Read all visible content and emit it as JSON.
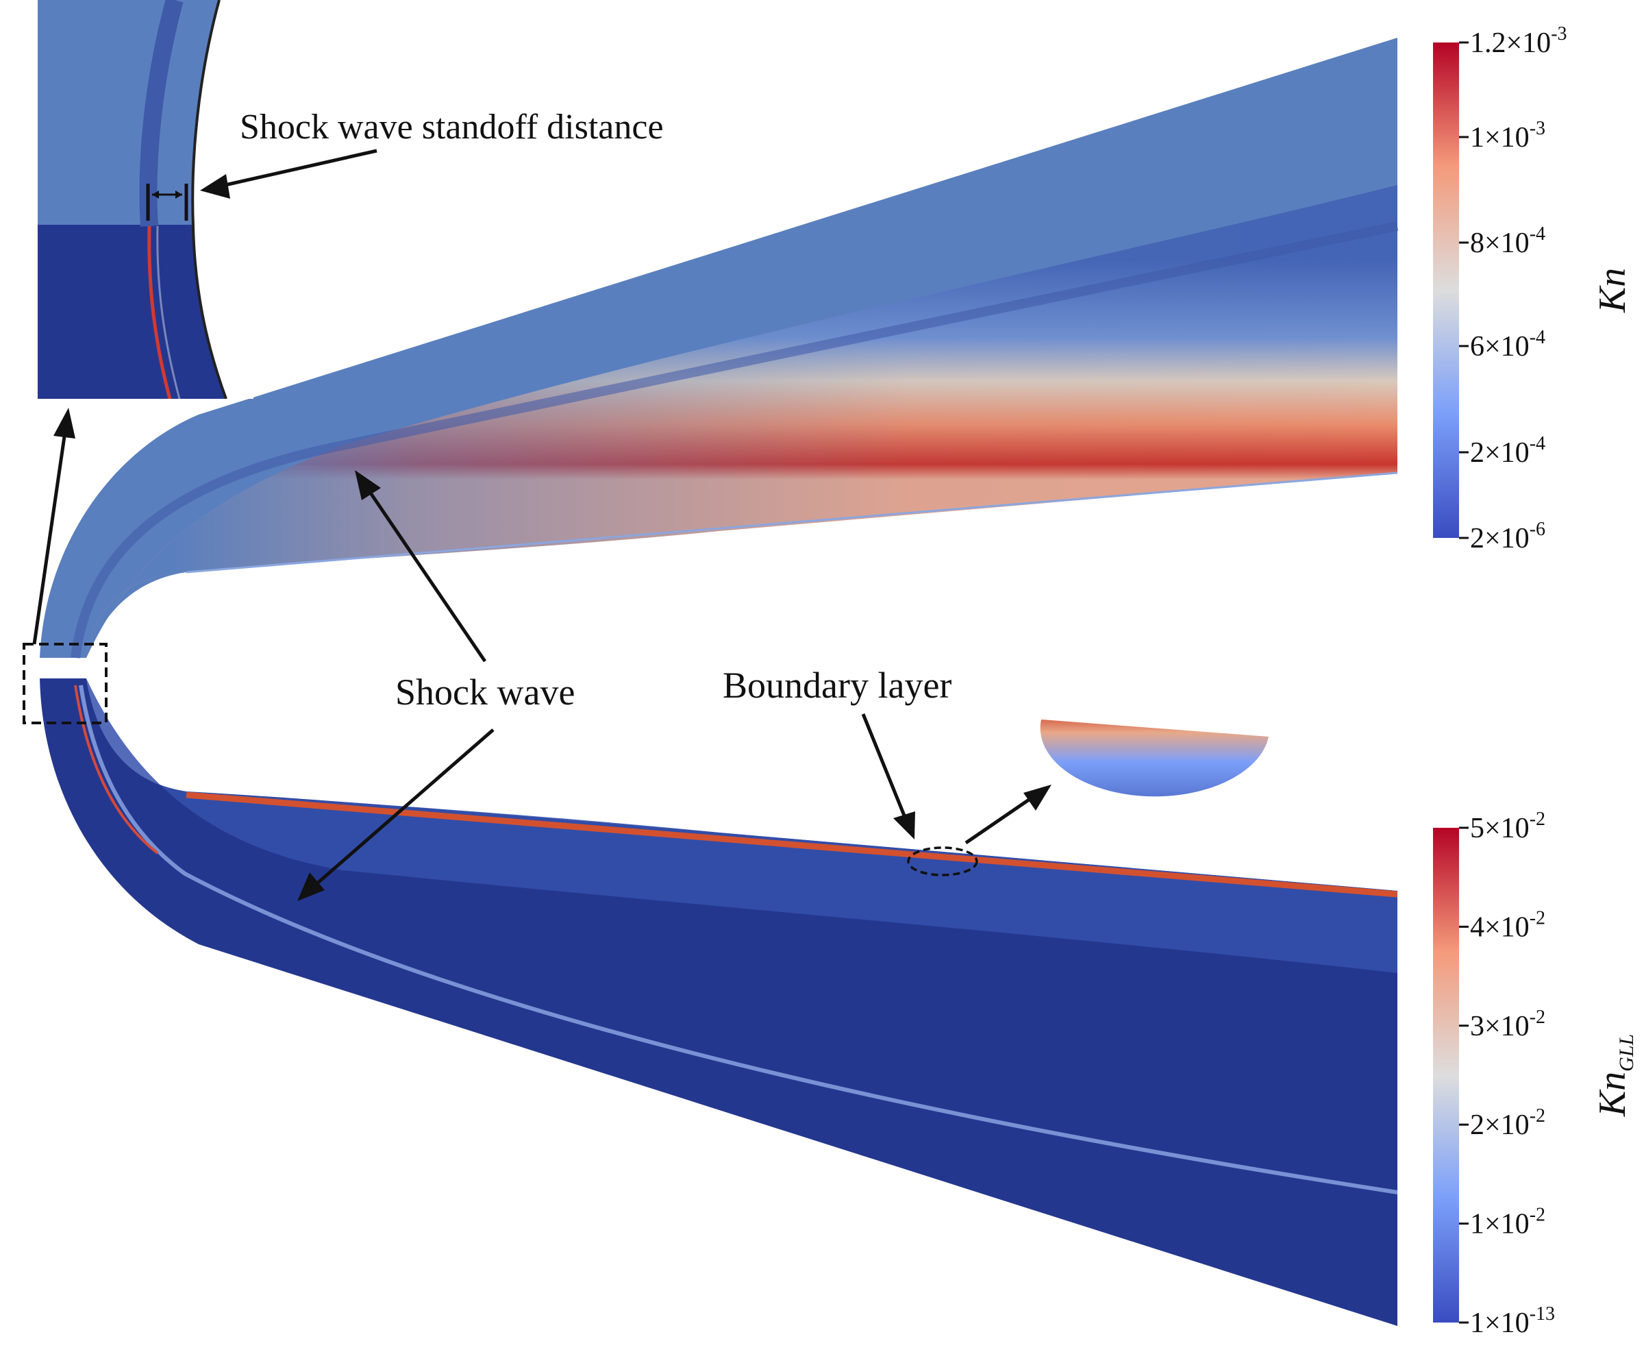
{
  "annotations": {
    "standoff": "Shock wave standoff distance",
    "shock": "Shock wave",
    "boundary": "Boundary layer"
  },
  "colorbars": [
    {
      "variable": "Kn",
      "ticks": [
        {
          "mant": "1.2×10",
          "exp": "-3"
        },
        {
          "mant": "1×10",
          "exp": "-3"
        },
        {
          "mant": "8×10",
          "exp": "-4"
        },
        {
          "mant": "6×10",
          "exp": "-4"
        },
        {
          "mant": "2×10",
          "exp": "-4"
        },
        {
          "mant": "2×10",
          "exp": "-6"
        }
      ]
    },
    {
      "variable": "Kn",
      "subscript": "GLL",
      "ticks": [
        {
          "mant": "5×10",
          "exp": "-2"
        },
        {
          "mant": "4×10",
          "exp": "-2"
        },
        {
          "mant": "3×10",
          "exp": "-2"
        },
        {
          "mant": "2×10",
          "exp": "-2"
        },
        {
          "mant": "1×10",
          "exp": "-2"
        },
        {
          "mant": "1×10",
          "exp": "-13"
        }
      ]
    }
  ],
  "colors": {
    "low": "#3a4cc0",
    "mid": "#dddddd",
    "high": "#b40426",
    "freestream_upper": "#5a7fbe",
    "freestream_lower": "#24378f"
  }
}
